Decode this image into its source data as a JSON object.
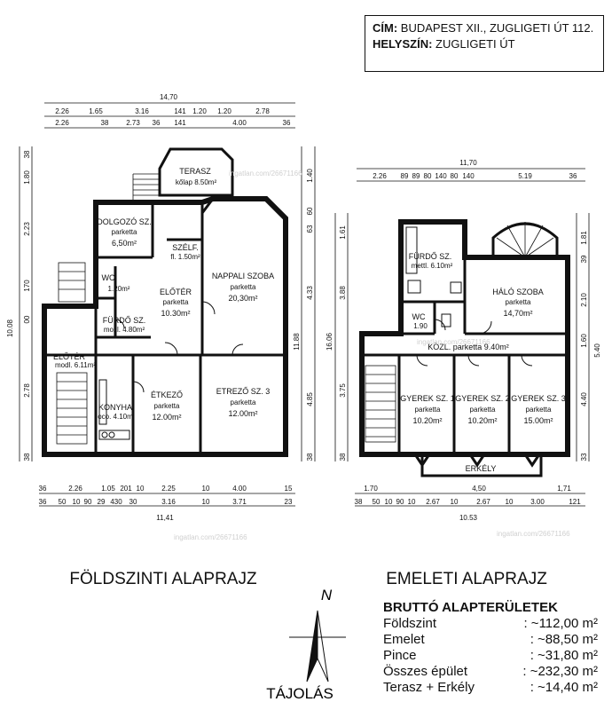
{
  "info": {
    "cim_label": "CÍM:",
    "cim_value": "BUDAPEST XII., ZUGLIGETI ÚT 112.",
    "helyszin_label": "HELYSZÍN:",
    "helyszin_value": "ZUGLIGETI ÚT"
  },
  "ground": {
    "title": "FÖLDSZINTI ALAPRAJZ",
    "rooms": {
      "terasz": {
        "name": "TERASZ",
        "sub": "kőlap 8.50m²"
      },
      "dolgozo": {
        "name": "DOLGOZÓ SZ.",
        "sub": "parketta",
        "area": "6,50m²"
      },
      "szelf": {
        "name": "SZÉLF.",
        "sub": "fl. 1.50m²"
      },
      "wc": {
        "name": "WC",
        "area": "1.20m²"
      },
      "eloter": {
        "name": "ELŐTÉR",
        "sub": "parketta",
        "area": "10.30m²"
      },
      "nappali": {
        "name": "NAPPALI SZOBA",
        "sub": "parketta",
        "area": "20,30m²"
      },
      "furdo": {
        "name": "FÜRDŐ SZ.",
        "sub": "mozl. 4.80m²"
      },
      "eloter2": {
        "name": "ELŐTÉR",
        "sub": "modl. 6.11m²"
      },
      "konyha": {
        "name": "KONYHA",
        "sub": "oco. 4.10m"
      },
      "etkezo": {
        "name": "ÉTKEZŐ",
        "sub": "parketta",
        "area": "12.00m²"
      },
      "etrezo": {
        "name": "ETREZŐ SZ. 3",
        "sub": "parketta",
        "area": "12.00m²"
      }
    },
    "dims": {
      "total_top": "14,70",
      "top_row1": [
        "2.26",
        "1.65",
        "3.16",
        "141",
        "1.20",
        "1.20",
        "2.78"
      ],
      "top_row2": [
        "2.26",
        "38",
        "2.73",
        "36",
        "141",
        "4.00",
        "36"
      ],
      "total_bottom": "11,41",
      "bottom_row1": [
        "36",
        "2.26",
        "1.05",
        "201",
        "10",
        "2.25",
        "10",
        "4.00",
        "15"
      ],
      "bottom_row2": [
        "36",
        "50",
        "10",
        "90",
        "29",
        "430",
        "30",
        "3.16",
        "10",
        "3.71",
        "23"
      ],
      "left_total": "10.08",
      "left": [
        "38",
        "1.80",
        "2.23",
        "170",
        "00",
        "2.78",
        "38"
      ],
      "right": [
        "1.40",
        "60",
        "63",
        "4.33",
        "4.85",
        "38"
      ],
      "right_total": "11.88"
    }
  },
  "upper": {
    "title": "EMELETI ALAPRAJZ",
    "rooms": {
      "furdo": {
        "name": "FÜRDŐ SZ.",
        "sub": "mettl. 6.10m²"
      },
      "halo": {
        "name": "HÁLÓ SZOBA",
        "sub": "parketta",
        "area": "14,70m²"
      },
      "wc": {
        "name": "WC",
        "sub": "1.90"
      },
      "kozl": {
        "name": "KÖZL. parketta 9.40m²"
      },
      "gyerek1": {
        "name": "GYEREK SZ. 1",
        "sub": "parketta",
        "area": "10.20m²"
      },
      "gyerek2": {
        "name": "GYEREK SZ. 2",
        "sub": "parketta",
        "area": "10.20m²"
      },
      "gyerek3": {
        "name": "GYEREK SZ. 3",
        "sub": "parketta",
        "area": "15.00m²"
      },
      "erkely": {
        "name": "ERKÉLY"
      }
    },
    "dims": {
      "total_top": "11,70",
      "top_row": [
        "2.26",
        "89",
        "89",
        "80",
        "140",
        "80",
        "140",
        "5.19",
        "36"
      ],
      "total_bottom": "10.53",
      "bottom_row1": [
        "1.70",
        "4,50",
        "1,71"
      ],
      "bottom_row2": [
        "38",
        "50",
        "10",
        "90",
        "10",
        "2.67",
        "10",
        "2.67",
        "10",
        "3.00",
        "121"
      ],
      "left_total": "16.06",
      "left": [
        "1.61",
        "3.88",
        "3.75",
        "38"
      ],
      "right": [
        "1.81",
        "39",
        "2.10",
        "1.60",
        "4.40",
        "33"
      ],
      "right_total": "5.40"
    }
  },
  "compass": {
    "north": "N",
    "label": "TÁJOLÁS"
  },
  "areas": {
    "title": "BRUTTÓ ALAPTERÜLETEK",
    "rows": [
      {
        "label": "Földszint",
        "value": ": ~112,00 m²"
      },
      {
        "label": "Emelet",
        "value": ": ~88,50 m²"
      },
      {
        "label": "Pince",
        "value": ": ~31,80 m²"
      },
      {
        "label": "Összes épület",
        "value": ": ~232,30 m²"
      },
      {
        "label": "Terasz + Erkély",
        "value": ": ~14,40 m²"
      }
    ]
  },
  "watermark": "ingatlan.com/26671166"
}
